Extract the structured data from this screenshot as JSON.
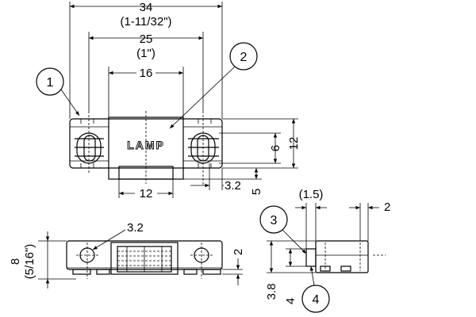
{
  "dimensions": {
    "d34": "34",
    "d34_inch": "(1-11/32\")",
    "d25": "25",
    "d25_inch": "(1\")",
    "d16": "16",
    "d12_bottom": "12",
    "d32_right": "3.2",
    "d5": "5",
    "d6": "6",
    "d12_right": "12",
    "d32_hole": "3.2",
    "d8": "8",
    "d8_inch": "(5/16\")",
    "d2_side": "2",
    "d15": "(1.5)",
    "d2_right": "2",
    "d38": "3.8",
    "d4": "4"
  },
  "callouts": {
    "c1": "1",
    "c2": "2",
    "c3": "3",
    "c4": "4"
  },
  "logo_text": "LAMP"
}
